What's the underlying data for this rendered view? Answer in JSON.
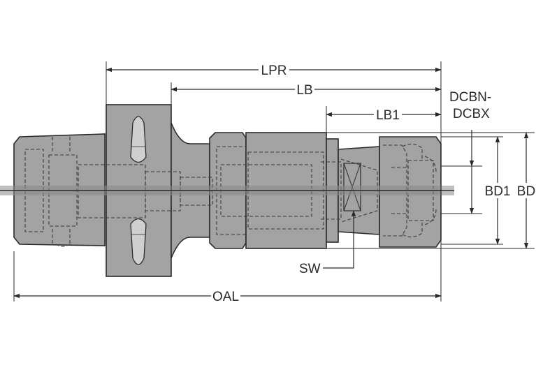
{
  "labels": {
    "lpr": "LPR",
    "lb": "LB",
    "lb1": "LB1",
    "dcbn": "DCBN-",
    "dcbx": "DCBX",
    "bd1": "BD1",
    "bd": "BD",
    "sw": "SW",
    "oal": "OAL"
  },
  "colors": {
    "body": "#a3a3a3",
    "centerline": "#8a8a8a",
    "line": "#2a2a2a"
  }
}
